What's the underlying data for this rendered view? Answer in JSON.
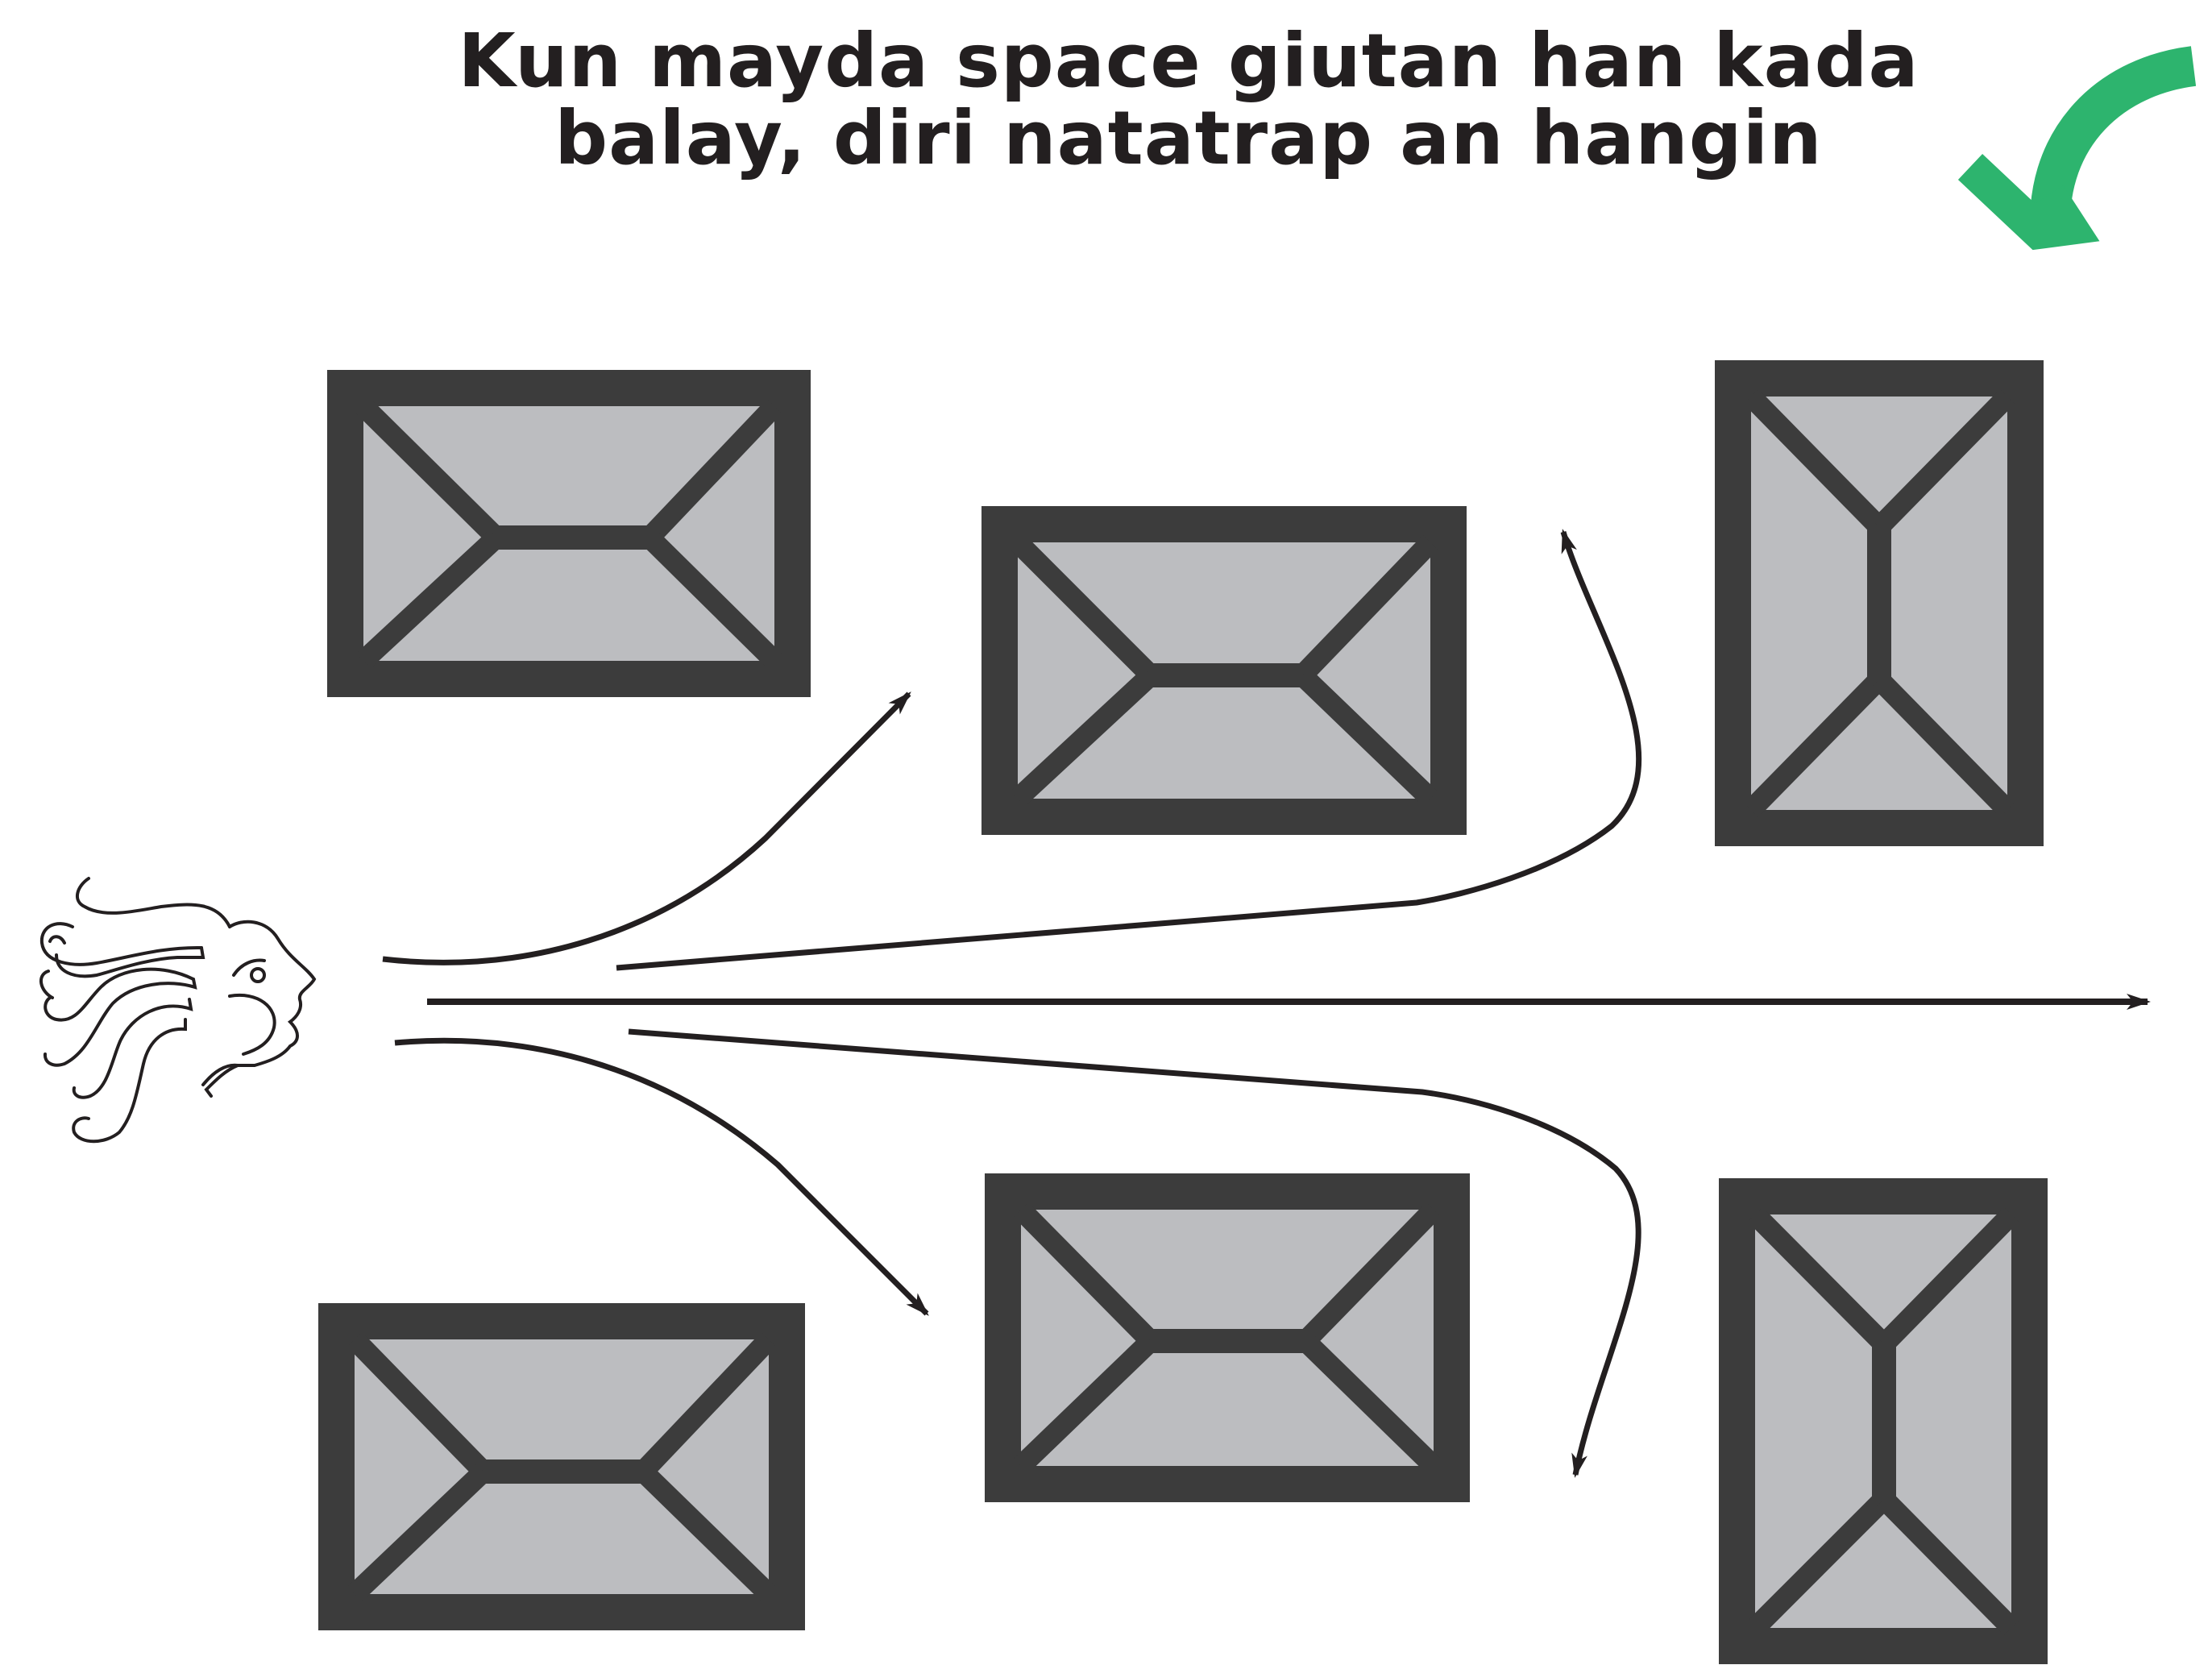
{
  "title": {
    "line1": "Kun mayda space giutan han kada",
    "line2": "balay, diri natatrap an hangin"
  },
  "colors": {
    "house_wall": "#3c3c3c",
    "house_roof": "#bcbdc0",
    "arrow": "#231f20",
    "check": "#2db46e",
    "background": "#ffffff"
  },
  "icons": {
    "wind_source": "wind-face-icon",
    "approval": "check-mark-icon"
  },
  "houses": [
    {
      "name": "house-top-left",
      "orientation": "landscape"
    },
    {
      "name": "house-middle-top",
      "orientation": "landscape"
    },
    {
      "name": "house-top-right",
      "orientation": "portrait"
    },
    {
      "name": "house-bottom-left",
      "orientation": "landscape"
    },
    {
      "name": "house-middle-bottom",
      "orientation": "landscape"
    },
    {
      "name": "house-bottom-right",
      "orientation": "portrait"
    }
  ]
}
